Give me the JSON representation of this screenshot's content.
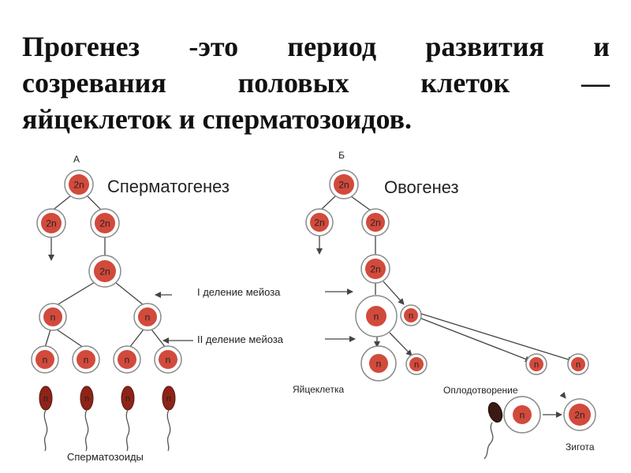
{
  "heading": {
    "line1": "Прогенез -это период развития и",
    "line2": "созревания половых клеток —",
    "line3": "яйцеклеток и сперматозоидов."
  },
  "diagram": {
    "panel_a": {
      "letter": "А",
      "title": "Сперматогенез",
      "bottom_label": "Сперматозоиды"
    },
    "panel_b": {
      "letter": "Б",
      "title": "Овогенез"
    },
    "meiosis_1": "I деление мейоза",
    "meiosis_2": "II деление мейоза",
    "egg_label": "Яйцеклетка",
    "fertilization_label": "Оплодотворение",
    "zygote_label": "Зигота",
    "diploid": "2n",
    "haploid": "n",
    "colors": {
      "nucleus": "#d24a3c",
      "cell_outline": "#8a8a8a",
      "line": "#444444"
    }
  }
}
